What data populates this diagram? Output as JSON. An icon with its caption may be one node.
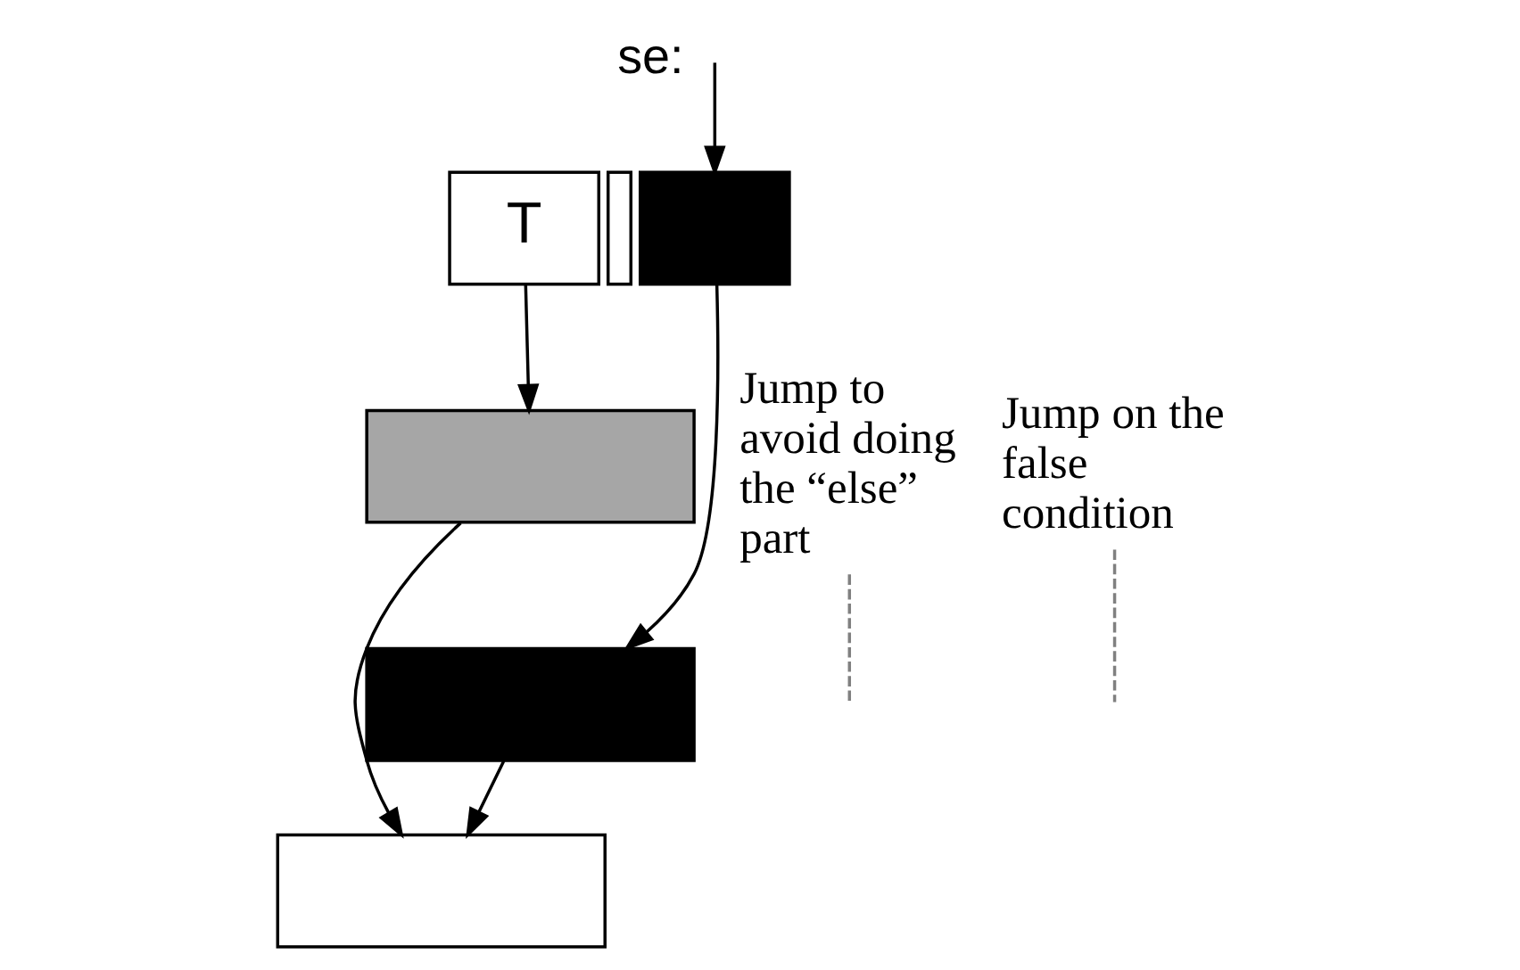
{
  "diagram": {
    "nodes": [
      {
        "text": [
          "T"
        ]
      },
      {
        "text": [],
        "shape": "box"
      },
      {
        "text": [],
        "shape": "box"
      },
      {
        "text": [],
        "shape": "box"
      },
      {
        "text": [],
        "shape": "box"
      },
      {
        "text": [],
        "shape": "box"
      },
      {
        "text": [
          "Jump on the false condition"
        ]
      },
      {
        "text": [
          "Jump to avoid doing the “else” part"
        ]
      }
    ],
    "edges": [
      {
        "from": null,
        "to": 2,
        "arrow": "to"
      },
      {
        "from": 0,
        "to": 3,
        "arrow": "to"
      },
      {
        "from": 2,
        "to": 4,
        "arrow": "to"
      },
      {
        "from": 3,
        "to": 5,
        "arrow": "to"
      },
      {
        "from": 4,
        "to": 5,
        "arrow": "to"
      },
      {
        "from": 6,
        "to": null,
        "arrow": "none",
        "style": "dashed",
        "color": "#808080"
      },
      {
        "from": 7,
        "to": null,
        "arrow": "none",
        "style": "dashed",
        "color": "#808080"
      }
    ],
    "labels": [
      "se:"
    ]
  }
}
